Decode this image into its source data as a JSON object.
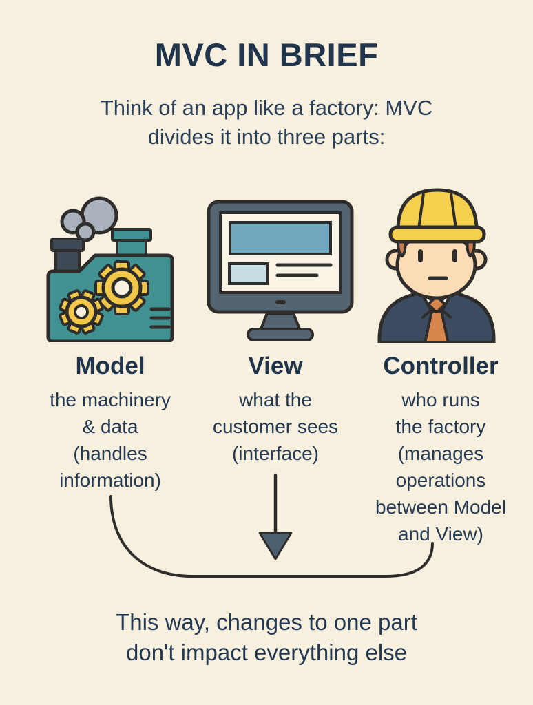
{
  "title": "MVC IN BRIEF",
  "subtitle": "Think of an app like a factory: MVC\ndivides it into three parts:",
  "columns": [
    {
      "name": "Model",
      "description": "the machinery\n& data\n(handles\ninformation)",
      "icon": "factory-icon"
    },
    {
      "name": "View",
      "description": "what the\ncustomer sees\n(interface)",
      "icon": "computer-monitor-icon"
    },
    {
      "name": "Controller",
      "description": "who runs\nthe factory\n(manages\noperations\nbetween Model\nand View)",
      "icon": "construction-worker-icon"
    }
  ],
  "footer": "This way, changes to one part\ndon't impact everything else",
  "colors": {
    "background": "#f7f0de",
    "heading_text": "#20344c",
    "body_text": "#253a52",
    "outline": "#2e2d2b",
    "factory_teal": "#3f9192",
    "gear_yellow": "#f2c84b",
    "chimney_gray": "#3d4a56",
    "smoke_gray": "#a9b1bc",
    "monitor_slate": "#546470",
    "screen_cream": "#f9f4e6",
    "screen_blue": "#6fa8bf",
    "screen_light_blue": "#c6dde4",
    "hat_yellow": "#f5d04e",
    "skin": "#fcdcb6",
    "hair_orange": "#c97c4e",
    "tie_orange": "#d8854e",
    "suit_navy": "#3c4c60",
    "arrow_slate": "#4c5f6e"
  }
}
